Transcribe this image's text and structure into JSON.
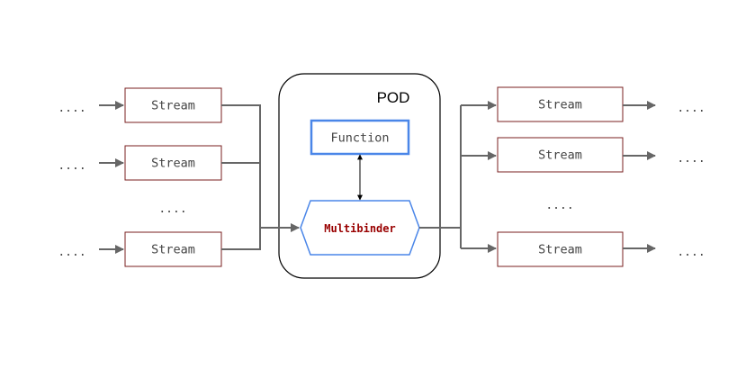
{
  "pod": {
    "label": "POD"
  },
  "function": {
    "label": "Function"
  },
  "multibinder": {
    "label": "Multibinder"
  },
  "input_streams": [
    {
      "label": "Stream"
    },
    {
      "label": "Stream"
    },
    {
      "label": "Stream"
    }
  ],
  "output_streams": [
    {
      "label": "Stream"
    },
    {
      "label": "Stream"
    },
    {
      "label": "Stream"
    }
  ],
  "ellipsis": "....",
  "colors": {
    "stream_border": "#7a1f1f",
    "blue_border": "#4a86e8",
    "multibinder_text": "#990000",
    "arrow": "#666666",
    "text": "#444444",
    "pod_border": "#000000"
  }
}
